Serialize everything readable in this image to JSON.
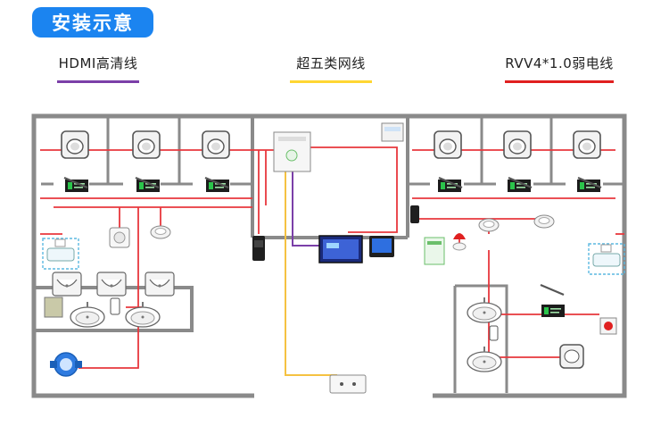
{
  "header": {
    "title": "安装示意"
  },
  "legend": [
    {
      "label": "HDMI高清线",
      "color": "#7b3fa8"
    },
    {
      "label": "超五类网线",
      "color": "#ffd633"
    },
    {
      "label": "RVV4*1.0弱电线",
      "color": "#e02020"
    }
  ],
  "colors": {
    "wall": "#8a8a8a",
    "red_wire": "#e8373d",
    "yellow_wire": "#f5c242",
    "purple_wire": "#7b3fa8",
    "accent": "#1b84f0"
  },
  "devices": [
    "toilet-stall-sensor-icon",
    "stall-display-icon",
    "urinal-icon",
    "sink-icon",
    "smoke-detector-icon",
    "water-meter-icon",
    "controller-box-icon",
    "display-screen-icon",
    "touch-panel-icon",
    "emergency-button-icon",
    "alarm-light-icon",
    "power-socket-icon"
  ]
}
